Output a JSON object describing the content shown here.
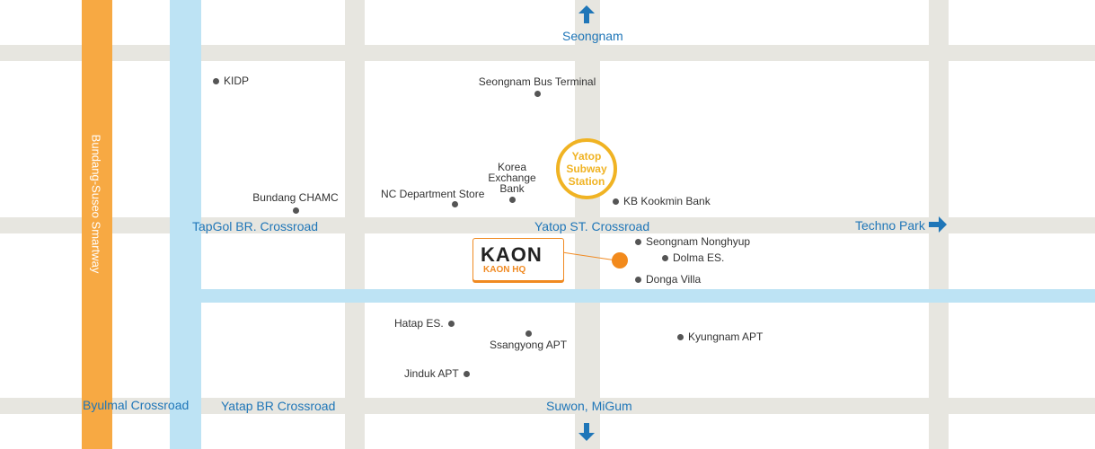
{
  "colors": {
    "road": "#e7e6e0",
    "river": "#bde3f4",
    "highway": "#f7a943",
    "road_label": "#1f76b8",
    "station": "#f0b323",
    "hq_marker": "#f28a1c",
    "poi_dot": "#555555"
  },
  "highway": {
    "label": "Bundang-Suseo Smartway"
  },
  "road_labels": {
    "seongnam": "Seongnam",
    "tapgol": "TapGol BR. Crossroad",
    "yatop_st": "Yatop ST. Crossroad",
    "techno_park": "Techno Park",
    "byulmal": "Byulmal Crossroad",
    "yatap_br": "Yatap BR Crossroad",
    "suwon": "Suwon, MiGum"
  },
  "station": {
    "label": "Yatop Subway Station"
  },
  "hq": {
    "logo_text": "KAON",
    "sub_label": "KAON HQ"
  },
  "pois": {
    "kidp": "KIDP",
    "bus_terminal": "Seongnam Bus Terminal",
    "korea_exchange_bank": "Korea Exchange Bank",
    "nc_department_store": "NC Department Store",
    "bundang_chamc": "Bundang CHAMC",
    "kb_kookmin": "KB Kookmin Bank",
    "nonghyup": "Seongnam Nonghyup",
    "dolma": "Dolma ES.",
    "donga_villa": "Donga Villa",
    "hatap": "Hatap ES.",
    "ssangyong": "Ssangyong APT",
    "jinduk": "Jinduk APT",
    "kyungnam": "Kyungnam APT"
  },
  "icons": {
    "north_arrow": "arrow-up-icon",
    "east_arrow": "arrow-right-icon",
    "south_arrow": "arrow-down-icon"
  }
}
